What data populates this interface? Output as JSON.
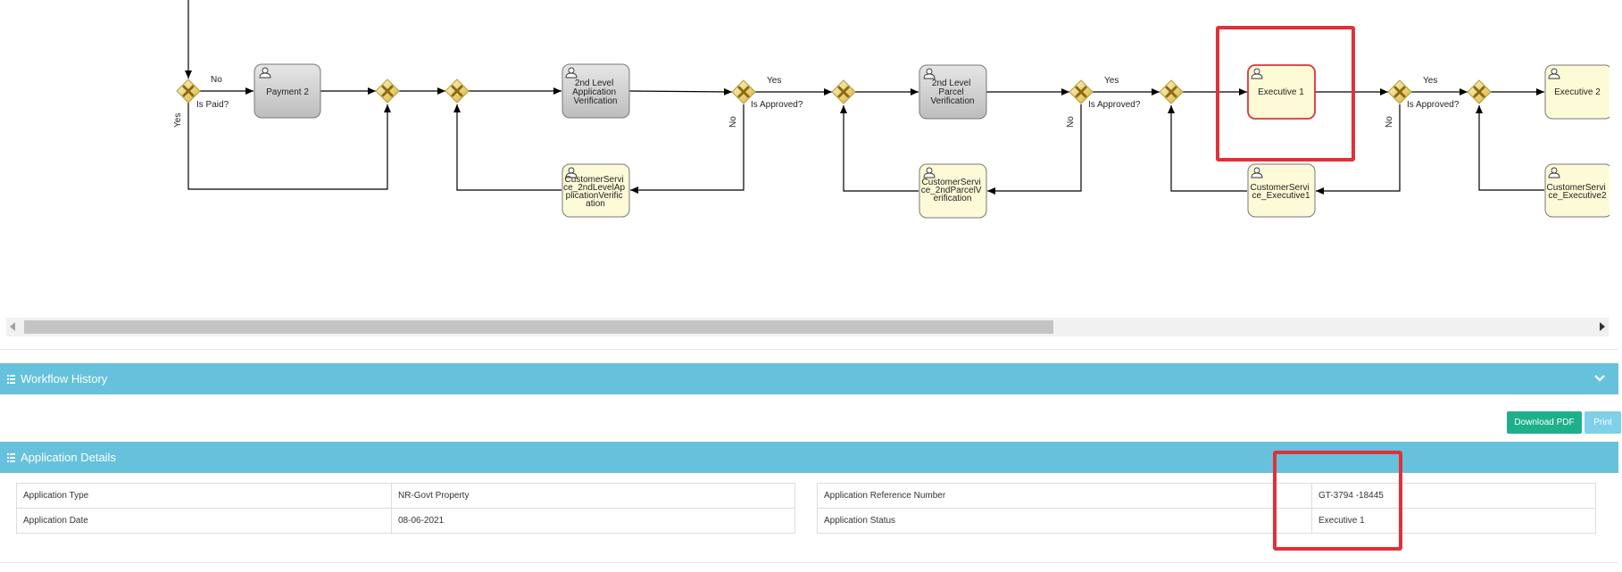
{
  "diagram": {
    "tasks": {
      "payment2": "Payment 2",
      "app_verif": [
        "2nd Level",
        "Application",
        "Verification"
      ],
      "parcel_verif": [
        "2nd Level",
        "Parcel",
        "Verification"
      ],
      "exec1": "Executive 1",
      "exec2": "Executive 2",
      "cs_app": [
        "CustomerServi",
        "ce_2ndLevelAp",
        "plicationVerific",
        "ation"
      ],
      "cs_parcel": [
        "CustomerServi",
        "ce_2ndParcelV",
        "erification"
      ],
      "cs_exec1": [
        "CustomerServi",
        "ce_Executive1"
      ],
      "cs_exec2": [
        "CustomerServi",
        "ce_Executive2"
      ]
    },
    "labels": {
      "no": "No",
      "yes": "Yes",
      "is_paid": "Is Paid?",
      "is_approved": "Is Approved?"
    },
    "colors": {
      "task_gray": "#cfcfcf",
      "task_yellow": "#fdfbd7",
      "active_border": "#e0313b",
      "gateway": "#e9c85a"
    }
  },
  "sections": {
    "workflow_history": "Workflow History",
    "application_details": "Application Details"
  },
  "buttons": {
    "download_pdf": "Download PDF",
    "print": "Print"
  },
  "details": {
    "left": [
      {
        "label": "Application Type",
        "value": "NR-Govt Property"
      },
      {
        "label": "Application Date",
        "value": "08-06-2021"
      }
    ],
    "right": [
      {
        "label": "Application Reference Number",
        "value": "GT-3794 -18445"
      },
      {
        "label": "Application Status",
        "value": "Executive 1"
      }
    ]
  },
  "icons": [
    "user-icon",
    "gateway-x-icon",
    "list-icon",
    "chevron-down-icon",
    "arrow-left-icon",
    "arrow-right-icon"
  ],
  "accent_color": "#66c2dc"
}
